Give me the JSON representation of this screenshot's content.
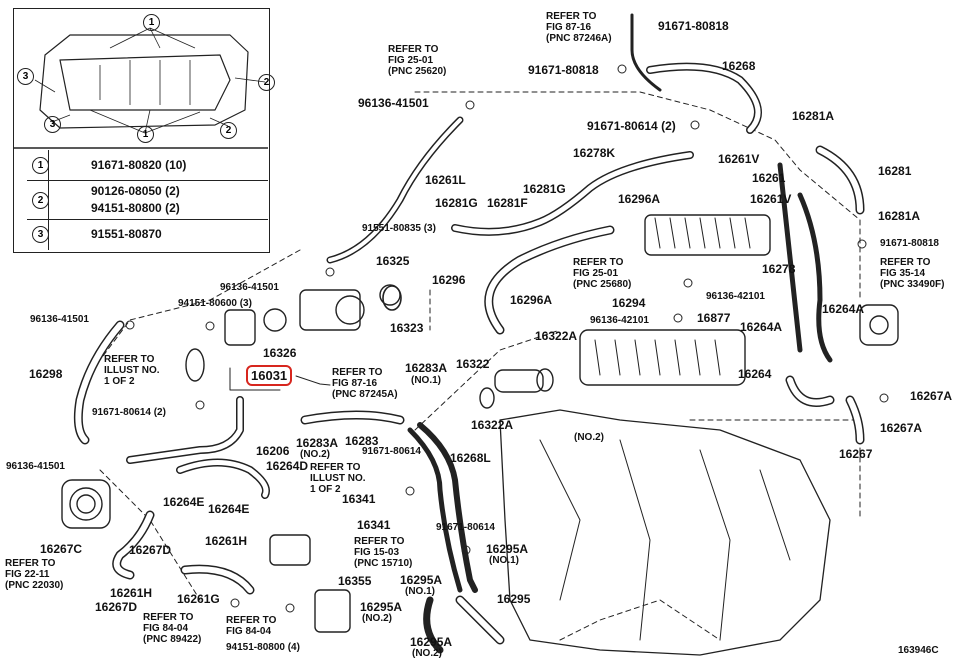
{
  "figure_code": "163946C",
  "highlight": {
    "part": "16031",
    "color": "#d7261e"
  },
  "inset_legend": [
    {
      "num": "1",
      "parts": [
        "91671-80820 (10)"
      ]
    },
    {
      "num": "2",
      "parts": [
        "90126-08050 (2)",
        "94151-80800 (2)"
      ]
    },
    {
      "num": "3",
      "parts": [
        "91551-80870"
      ]
    }
  ],
  "inset_callouts": [
    "1",
    "1",
    "2",
    "2",
    "3",
    "3"
  ],
  "part_labels": [
    "16268",
    "91671-80818",
    "91671-80818",
    "96136-41501",
    "91671-80614 (2)",
    "16281A",
    "16278K",
    "16261V",
    "16281",
    "16261",
    "16281G",
    "16296A",
    "16261V",
    "16281A",
    "16261L",
    "16281G",
    "16281F",
    "91551-80835 (3)",
    "16325",
    "96136-41501",
    "94151-80600 (3)",
    "16296",
    "16296A",
    "16323",
    "96136-41501",
    "16322A",
    "16326",
    "16298",
    "91671-80818",
    "16278",
    "16294",
    "96136-42101",
    "96136-42101",
    "16877",
    "16264A",
    "16264A",
    "16322",
    "16283A",
    "16264",
    "16267A",
    "91671-80614 (2)",
    "16283A",
    "16283",
    "16322A",
    "16267A",
    "96136-41501",
    "16206",
    "91671-80614",
    "16268L",
    "16267",
    "16264E",
    "16341",
    "16264E",
    "16341",
    "16267C",
    "16267D",
    "16261H",
    "91671-80614",
    "16295A",
    "16261G",
    "16355",
    "16295A",
    "16261H",
    "16295",
    "16267D",
    "16295A",
    "16295A",
    "94151-80800 (4)",
    "16264D"
  ],
  "sub_labels": [
    "(NO.1)",
    "(NO.2)",
    "(NO.1)",
    "(NO.1)",
    "(NO.2)",
    "(NO.2)",
    "(NO.2)"
  ],
  "refer_notes": [
    "REFER TO\nFIG 87-16\n(PNC 87246A)",
    "REFER TO\nFIG 25-01\n(PNC 25620)",
    "REFER TO\nFIG 25-01\n(PNC 25680)",
    "REFER TO\nFIG 35-14\n(PNC 33490F)",
    "REFER TO\nILLUST NO.\n1 OF 2",
    "REFER TO\nFIG 87-16\n(PNC 87245A)",
    "REFER TO\nILLUST NO.\n1 OF 2",
    "REFER TO\nFIG 15-03\n(PNC 15710)",
    "REFER TO\nFIG 22-11\n(PNC 22030)",
    "REFER TO\nFIG 84-04\n(PNC 89422)",
    "REFER TO\nFIG 84-04"
  ]
}
